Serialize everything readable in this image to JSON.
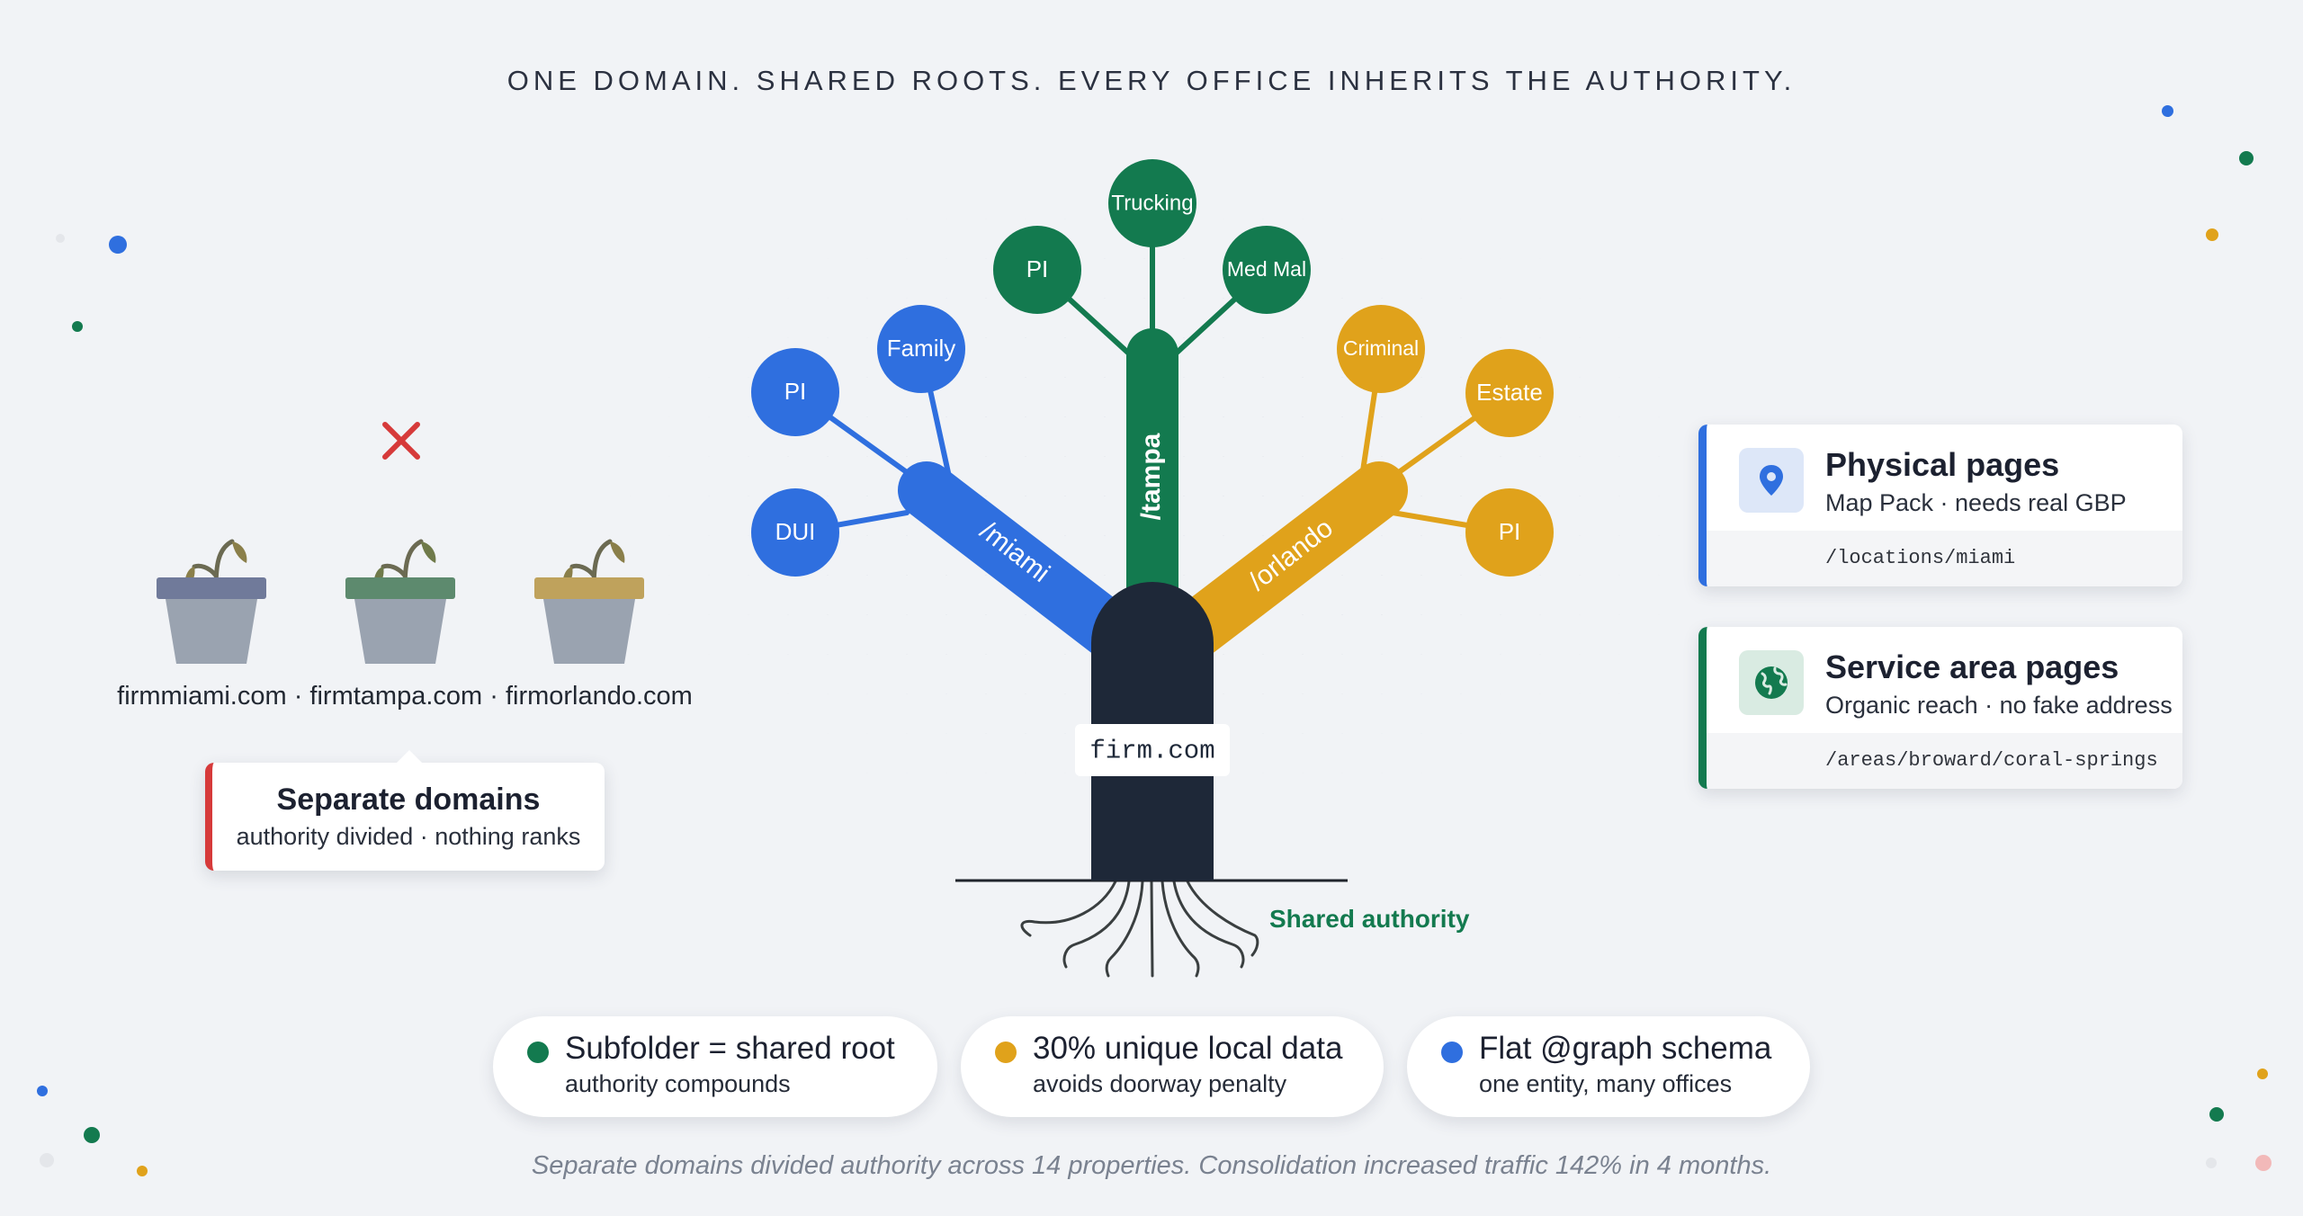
{
  "headline": "ONE DOMAIN. SHARED ROOTS. EVERY OFFICE INHERITS THE AUTHORITY.",
  "colors": {
    "blue": "#2f6fdf",
    "green": "#137a4f",
    "gold": "#e0a21b",
    "trunk": "#1e2838",
    "red": "#d63a3a",
    "background": "#f1f3f6"
  },
  "tree": {
    "trunk_label": "firm.com",
    "branches": {
      "miami": {
        "label": "/miami",
        "nodes": [
          "PI",
          "Family",
          "DUI"
        ]
      },
      "tampa": {
        "label": "/tampa",
        "nodes": [
          "PI",
          "Trucking",
          "Med Mal"
        ]
      },
      "orlando": {
        "label": "/orlando",
        "nodes": [
          "Criminal",
          "Estate",
          "PI"
        ]
      }
    },
    "roots_label": "Shared authority"
  },
  "left_panel": {
    "x_icon": "close-icon",
    "domains": "firmmiami.com · firmtampa.com · firmorlando.com",
    "card": {
      "title": "Separate domains",
      "subtitle": "authority divided · nothing ranks"
    }
  },
  "right_cards": [
    {
      "icon": "map-pin-icon",
      "title": "Physical pages",
      "subtitle": "Map Pack · needs real GBP",
      "path": "/locations/miami",
      "accent": "#2f6fdf"
    },
    {
      "icon": "globe-icon",
      "title": "Service area pages",
      "subtitle": "Organic reach · no fake address",
      "path": "/areas/broward/coral-springs",
      "accent": "#137a4f"
    }
  ],
  "pills": [
    {
      "title": "Subfolder = shared root",
      "subtitle": "authority compounds",
      "color": "#137a4f"
    },
    {
      "title": "30% unique local data",
      "subtitle": "avoids doorway penalty",
      "color": "#e0a21b"
    },
    {
      "title": "Flat @graph schema",
      "subtitle": "one entity, many offices",
      "color": "#2f6fdf"
    }
  ],
  "footnote": "Separate domains divided authority across 14 properties. Consolidation increased traffic 142% in 4 months."
}
